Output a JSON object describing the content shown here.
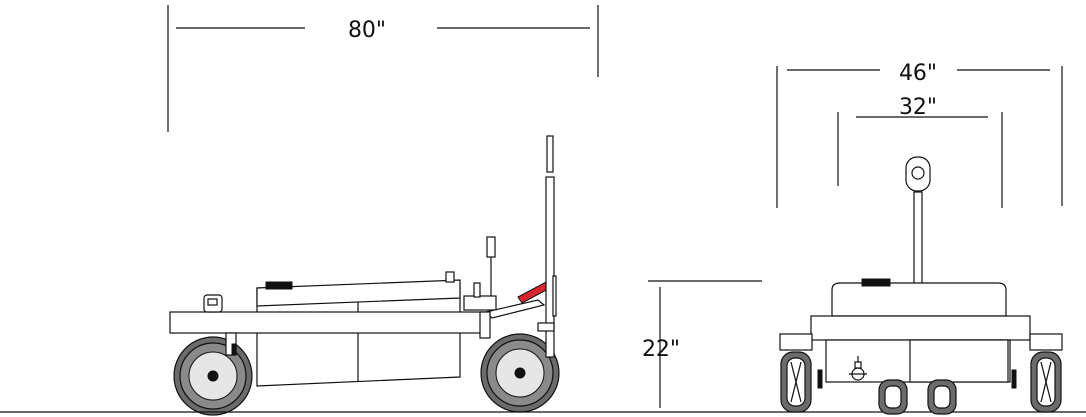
{
  "dimensions": {
    "length": "80\"",
    "outer_width": "46\"",
    "inner_width": "32\"",
    "height": "22\""
  },
  "views": {
    "side": "side-view-vehicle",
    "rear": "rear-view-vehicle"
  }
}
